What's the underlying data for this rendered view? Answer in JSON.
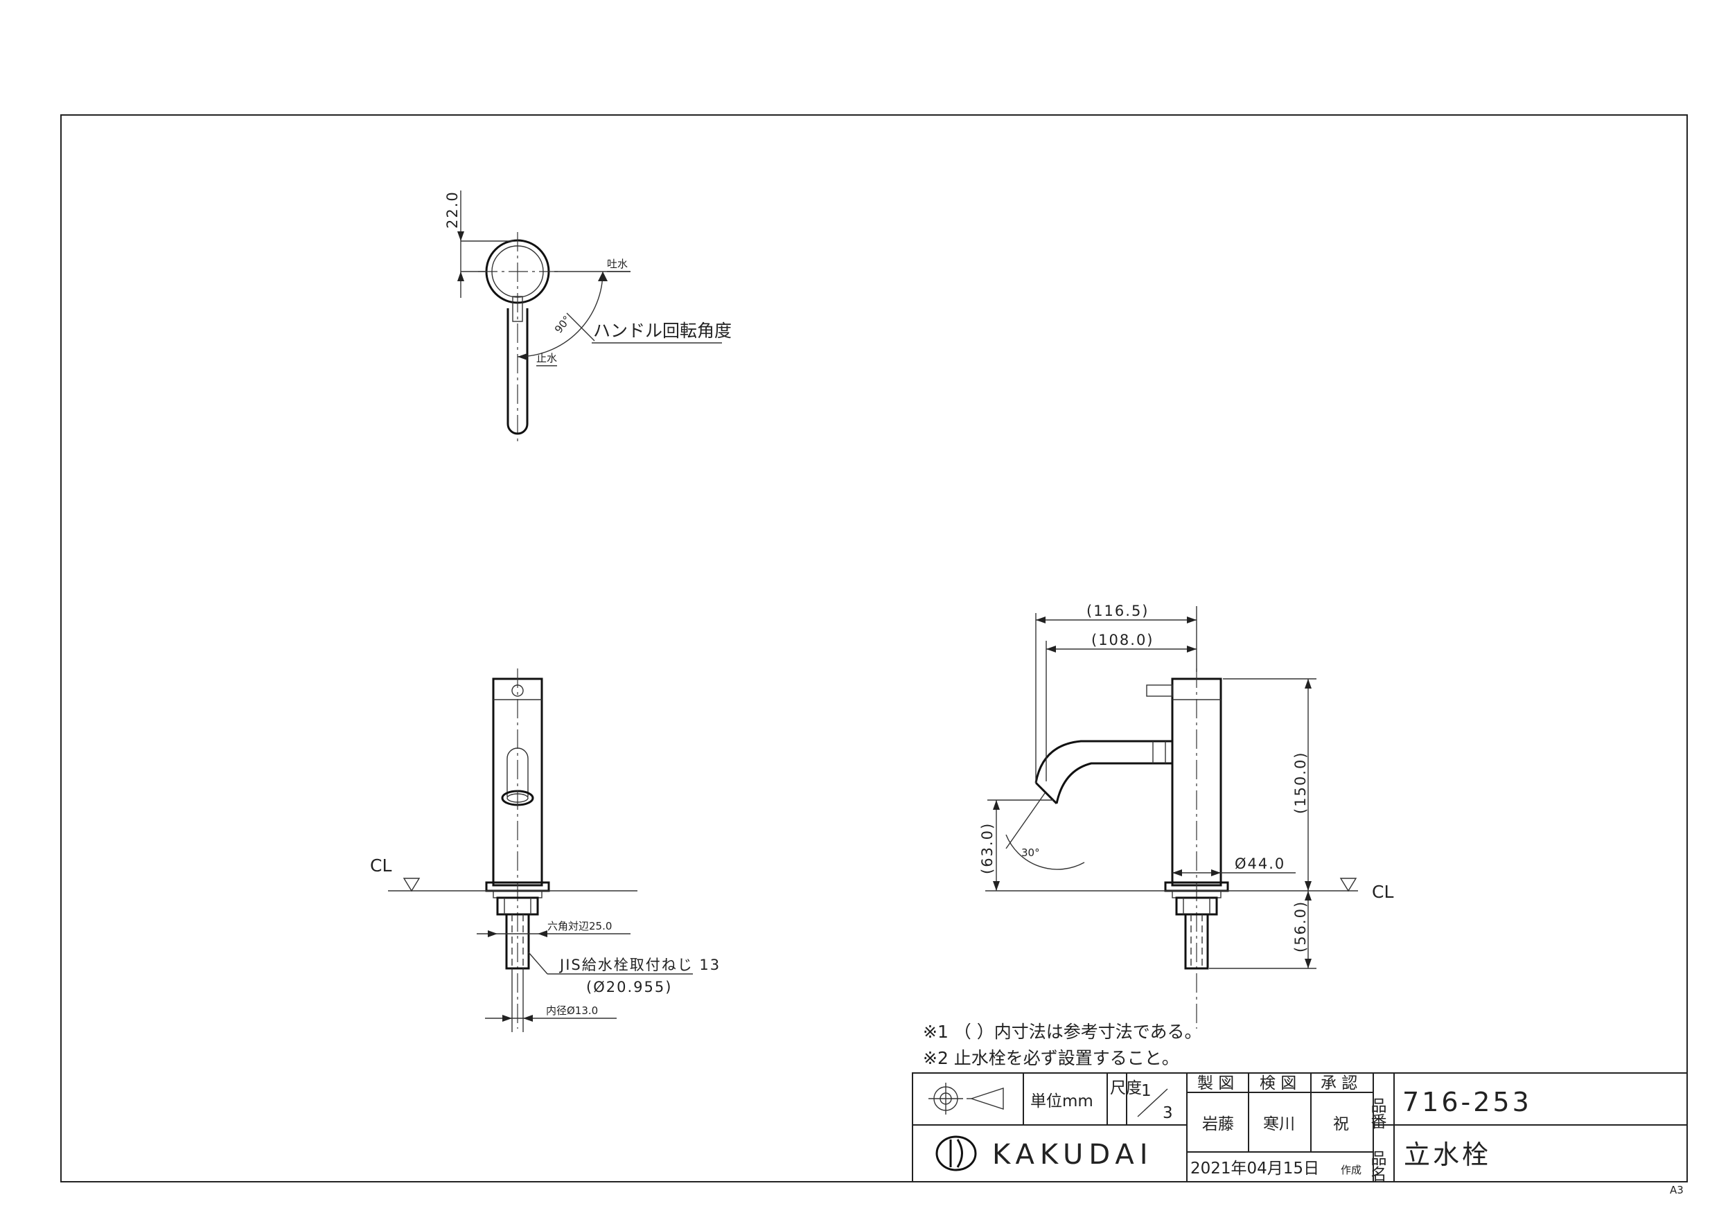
{
  "paper_size": "A3",
  "top_view": {
    "dim_top": "22.0",
    "label_spout": "吐水",
    "label_angle": "90°",
    "label_handle_rotation": "ハンドル回転角度",
    "label_stop": "止水"
  },
  "front_view": {
    "label_cl": "CL",
    "label_hex": "六角対辺25.0",
    "label_thread": "JIS給水栓取付ねじ 13",
    "label_thread_dia": "(Ø20.955)",
    "label_inner": "内径Ø13.0"
  },
  "side_view": {
    "dim_width_total": "(116.5)",
    "dim_width_spout": "(108.0)",
    "dim_height": "(150.0)",
    "dim_spout_height": "(63.0)",
    "label_angle": "30°",
    "dim_diameter": "Ø44.0",
    "label_cl": "CL",
    "dim_below": "(56.0)"
  },
  "notes": [
    "※1 （ ）内寸法は参考寸法である。",
    "※2 止水栓を必ず設置すること。"
  ],
  "title_block": {
    "unit_label": "単位mm",
    "scale_label": "尺度",
    "scale_num": "1",
    "scale_den": "3",
    "drawn_header": "製 図",
    "checked_header": "検 図",
    "approved_header": "承 認",
    "drawn_by": "岩藤",
    "checked_by": "寒川",
    "approved_by": "祝",
    "date": "2021年04月15日",
    "date_suffix": "作成",
    "part_no_label": "品番",
    "part_no": "716-253",
    "part_name_label": "品名",
    "part_name": "立水栓",
    "company": "KAKUDAI"
  }
}
